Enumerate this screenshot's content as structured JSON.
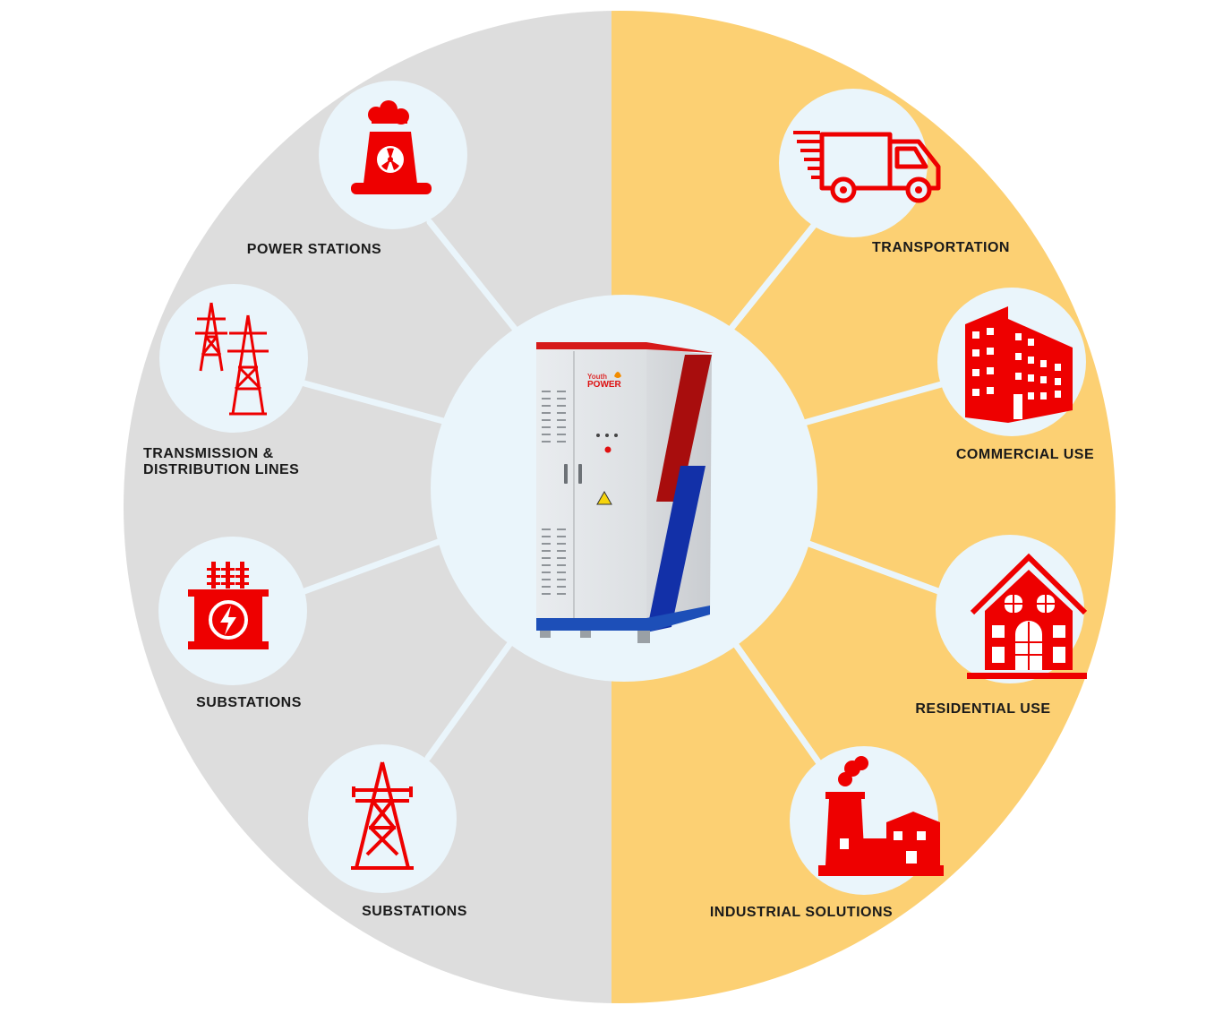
{
  "colors": {
    "left_half": "#dddddd",
    "right_half": "#fcd073",
    "node_fill": "#eaf5fb",
    "icon_red": "#ee0000",
    "spoke": "#eaf5fb"
  },
  "center": {
    "name": "energy-storage-cabinet",
    "brand_line1": "Youth",
    "brand_line2": "POWER"
  },
  "nodes": [
    {
      "id": "power-stations",
      "label_lines": [
        "POWER STATIONS"
      ],
      "icon": "nuclear-plant-icon"
    },
    {
      "id": "transmission-distribution",
      "label_lines": [
        "TRANSMISSION &",
        "DISTRIBUTION LINES"
      ],
      "icon": "transmission-towers-icon"
    },
    {
      "id": "substations-left",
      "label_lines": [
        "SUBSTATIONS"
      ],
      "icon": "transformer-icon"
    },
    {
      "id": "substations-bottom",
      "label_lines": [
        "SUBSTATIONS"
      ],
      "icon": "pylon-icon"
    },
    {
      "id": "transportation",
      "label_lines": [
        "TRANSPORTATION"
      ],
      "icon": "truck-icon"
    },
    {
      "id": "commercial-use",
      "label_lines": [
        "COMMERCIAL USE"
      ],
      "icon": "office-building-icon"
    },
    {
      "id": "residential-use",
      "label_lines": [
        "RESIDENTIAL USE"
      ],
      "icon": "house-icon"
    },
    {
      "id": "industrial-solutions",
      "label_lines": [
        "INDUSTRIAL SOLUTIONS"
      ],
      "icon": "factory-icon"
    }
  ]
}
